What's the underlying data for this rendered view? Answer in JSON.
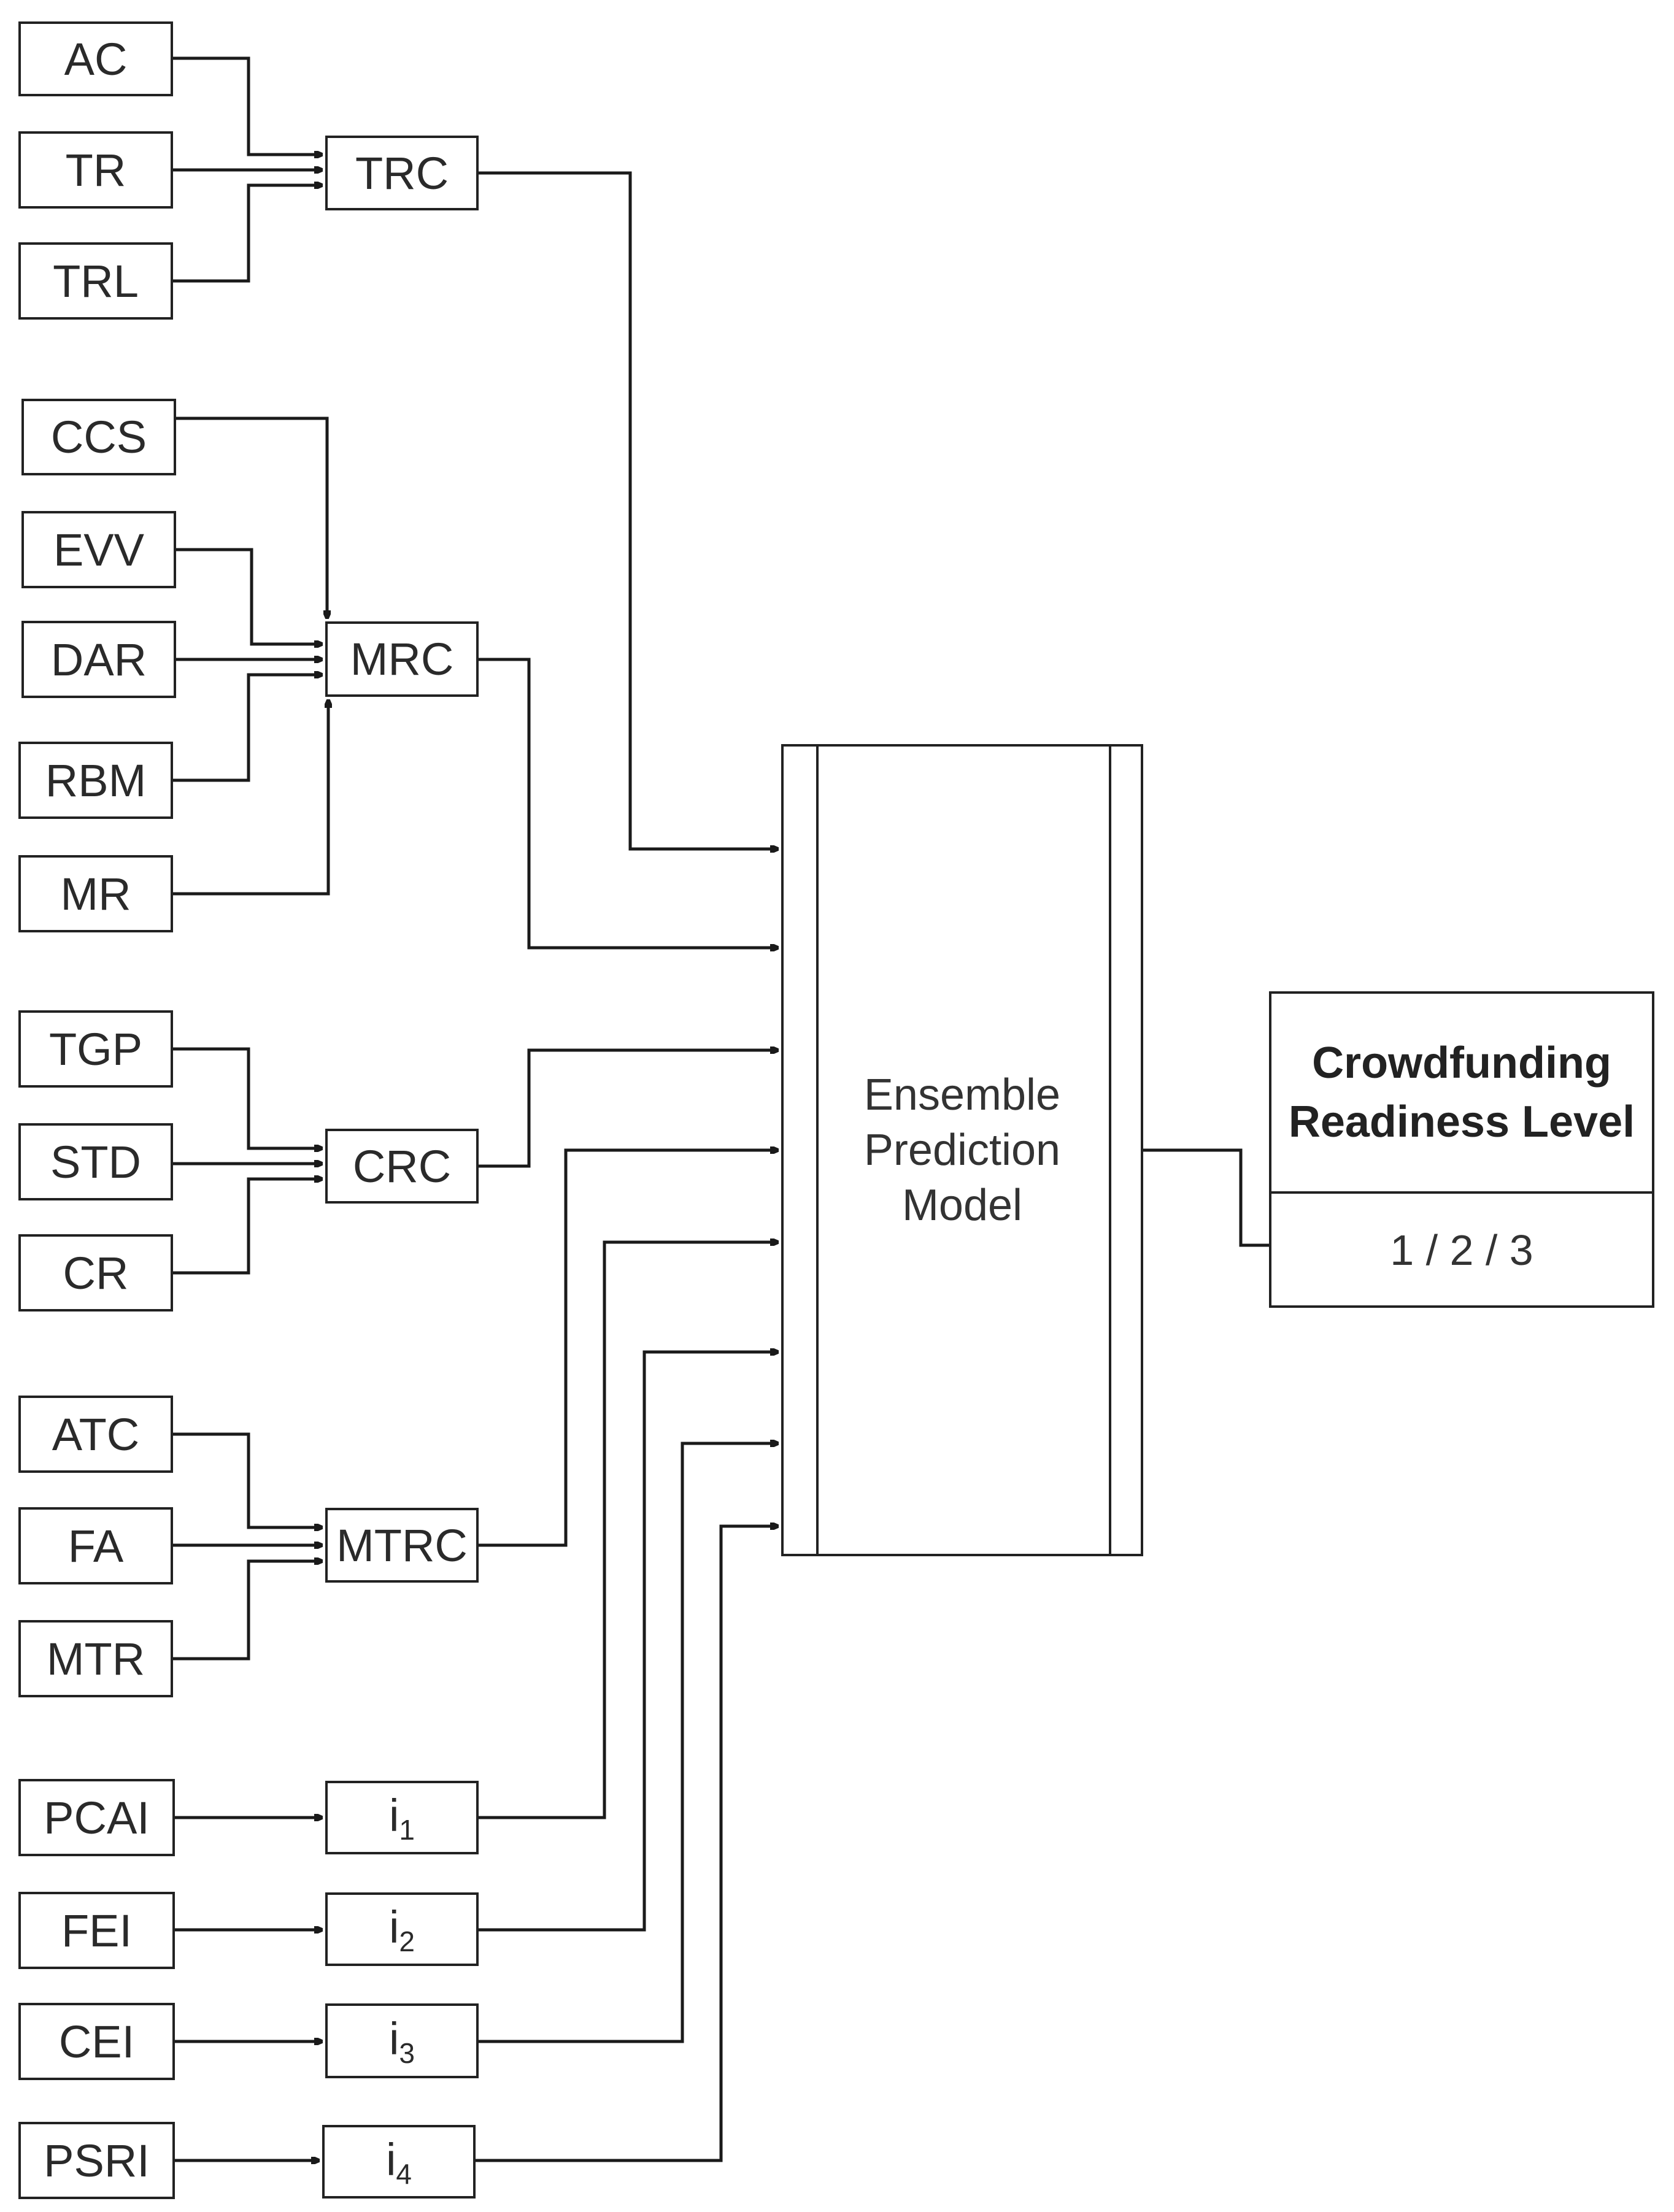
{
  "inputs": {
    "AC": "AC",
    "TR": "TR",
    "TRL": "TRL",
    "CCS": "CCS",
    "EVV": "EVV",
    "DAR": "DAR",
    "RBM": "RBM",
    "MR": "MR",
    "TGP": "TGP",
    "STD": "STD",
    "CR": "CR",
    "ATC": "ATC",
    "FA": "FA",
    "MTR": "MTR",
    "PCAI": "PCAI",
    "FEI": "FEI",
    "CEI": "CEI",
    "PSRI": "PSRI"
  },
  "composites": {
    "TRC": "TRC",
    "MRC": "MRC",
    "CRC": "CRC",
    "MTRC": "MTRC"
  },
  "indices": [
    {
      "base": "i",
      "sub": "1"
    },
    {
      "base": "i",
      "sub": "2"
    },
    {
      "base": "i",
      "sub": "3"
    },
    {
      "base": "i",
      "sub": "4"
    }
  ],
  "model": {
    "line1": "Ensemble",
    "line2": "Prediction",
    "line3": "Model"
  },
  "output": {
    "title_line1": "Crowdfunding",
    "title_line2": "Readiness Level",
    "value": "1 / 2 / 3"
  }
}
